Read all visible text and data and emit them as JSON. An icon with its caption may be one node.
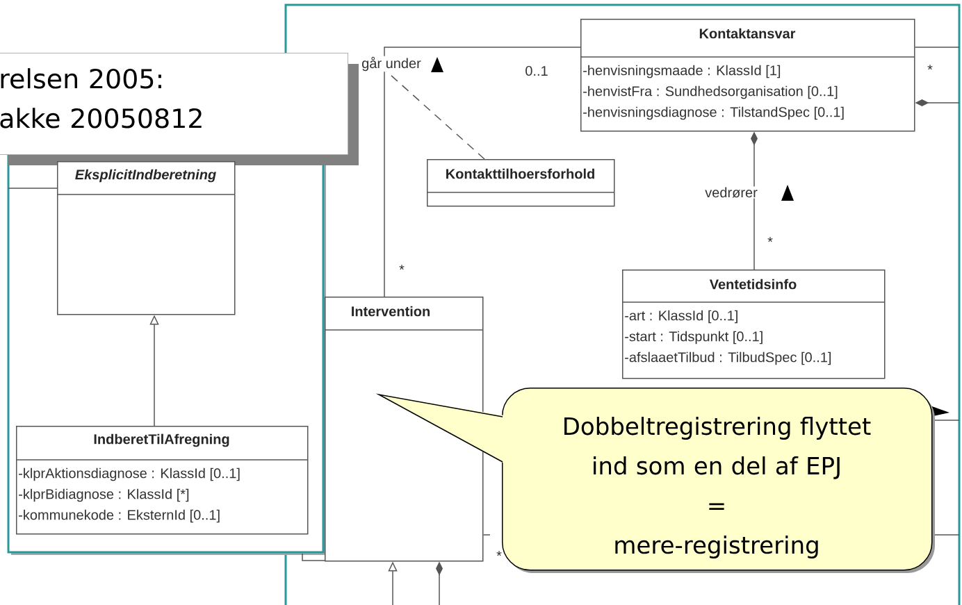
{
  "diagram": {
    "nodes": [
      {
        "text": [
          "relsen 2005: akke 20050812"
        ]
      },
      {
        "text": [
          "EksplicitIndberetning"
        ]
      },
      {
        "text": [
          "IndberetTilAfregning",
          "-klprAktionsdiagnose : KlassId [0..1]",
          "-klprBidiagnose : KlassId [*]",
          "-kommunekode : EksternId [0..1]"
        ]
      },
      {
        "text": [
          "Kontaktansvar",
          "-henvisningsmaade : KlassId [1]",
          "-henvistFra : Sundhedsorganisation [0..1]",
          "-henvisningsdiagnose : TilstandSpec [0..1]"
        ]
      },
      {
        "text": [
          "Kontakttilhoersforhold"
        ]
      },
      {
        "text": [
          "Ventetidsinfo",
          "-art : KlassId [0..1]",
          "-start : Tidspunkt [0..1]",
          "-afslaaetTilbud : TilbudSpec [0..1]"
        ]
      },
      {
        "text": [
          "Intervention"
        ]
      },
      {
        "text": [
          "Dobbeltregistrering flyttet ind som en del af EPJ",
          "=",
          "mere-registrering"
        ]
      }
    ],
    "edges": [
      {
        "from": 2,
        "to": 1,
        "arrow": "to"
      },
      {
        "from": 3,
        "to": 5,
        "arrow": "other",
        "label": "vedrører"
      },
      {
        "from": 6,
        "to": 3,
        "arrow": "none",
        "label": "går under"
      },
      {
        "from": 4,
        "to": null,
        "arrow": "none",
        "style": "dashed"
      },
      {
        "from": 3,
        "to": null,
        "arrow": "other"
      },
      {
        "from": 3,
        "to": null,
        "arrow": "none"
      },
      {
        "from": 6,
        "to": null,
        "arrow": "none"
      },
      {
        "from": null,
        "to": 6,
        "arrow": "to"
      },
      {
        "from": 6,
        "to": null,
        "arrow": "other"
      },
      {
        "from": null,
        "to": 1,
        "arrow": "none"
      }
    ],
    "labels": [
      "0..1",
      "*",
      "*",
      "*",
      "*"
    ]
  }
}
